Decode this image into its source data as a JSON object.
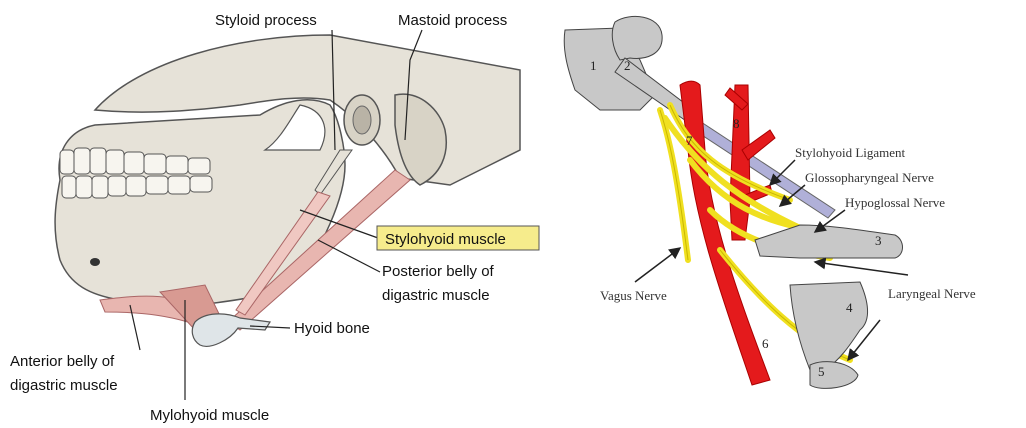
{
  "left_figure": {
    "labels": {
      "styloid_process": "Styloid process",
      "mastoid_process": "Mastoid process",
      "stylohyoid_muscle": "Stylohyoid muscle",
      "posterior_belly_1": "Posterior belly of",
      "posterior_belly_2": "digastric muscle",
      "hyoid_bone": "Hyoid bone",
      "anterior_belly_1": "Anterior belly of",
      "anterior_belly_2": "digastric muscle",
      "mylohyoid_muscle": "Mylohyoid muscle"
    },
    "colors": {
      "bone": "#e6e2d8",
      "bone_shadow": "#b9b3a6",
      "muscle": "#e8b6b0",
      "highlight_box": "#f6ec8c"
    }
  },
  "right_figure": {
    "labels": {
      "stylohyoid_ligament": "Stylohyoid Ligament",
      "glossopharyngeal_nerve": "Glossopharyngeal Nerve",
      "hypoglossal_nerve": "Hypoglossal Nerve",
      "laryngeal_nerve": "Laryngeal Nerve",
      "vagus_nerve": "Vagus Nerve"
    },
    "numbers": [
      "1",
      "2",
      "3",
      "4",
      "5",
      "6",
      "7",
      "8"
    ],
    "colors": {
      "bone": "#c8c8c8",
      "artery": "#e41a1c",
      "nerve": "#f0e020",
      "ligament": "#b0b0d8"
    }
  }
}
